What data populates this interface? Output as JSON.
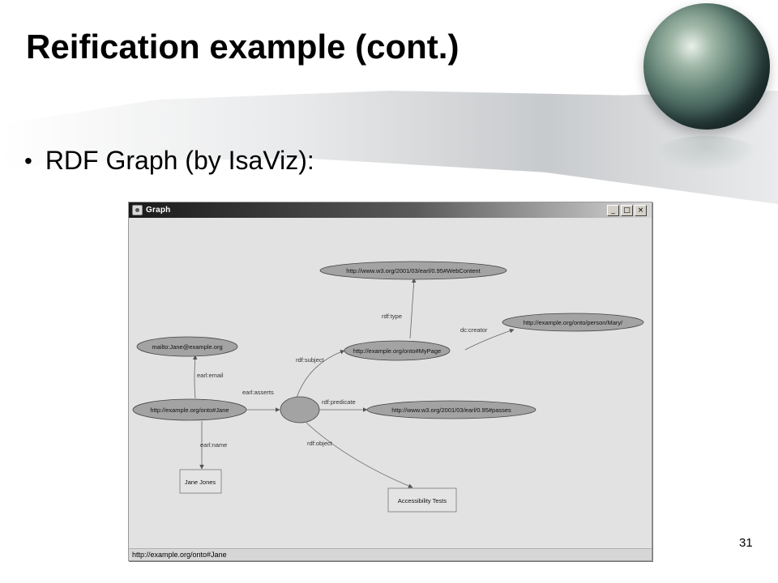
{
  "slide": {
    "title": "Reification example (cont.)",
    "bullet": "RDF Graph (by IsaViz):",
    "page_number": "31"
  },
  "window": {
    "title": "Graph",
    "buttons": {
      "minimize": "_",
      "maximize": "□",
      "close": "×"
    },
    "status_text": "http://example.org/onto#Jane"
  },
  "graph": {
    "nodes": {
      "webcontent": "http://www.w3.org/2001/03/earl/0.95#WebContent",
      "mypage": "http://example.org/onto#MyPage",
      "mary": "http://example.org/onto/person/Mary/",
      "mailto": "mailto:Jane@example.org",
      "jane": "http://example.org/onto#Jane",
      "passes": "http://www.w3.org/2001/03/earl/0.95#passes",
      "janejones": "Jane Jones",
      "accessibility": "Accessibility Tests"
    },
    "edges": {
      "type": "rdf:type",
      "creator": "dc:creator",
      "subject": "rdf:subject",
      "email": "earl:email",
      "asserts": "earl:asserts",
      "predicate": "rdf:predicate",
      "name": "earl:name",
      "object": "rdf:object"
    }
  }
}
